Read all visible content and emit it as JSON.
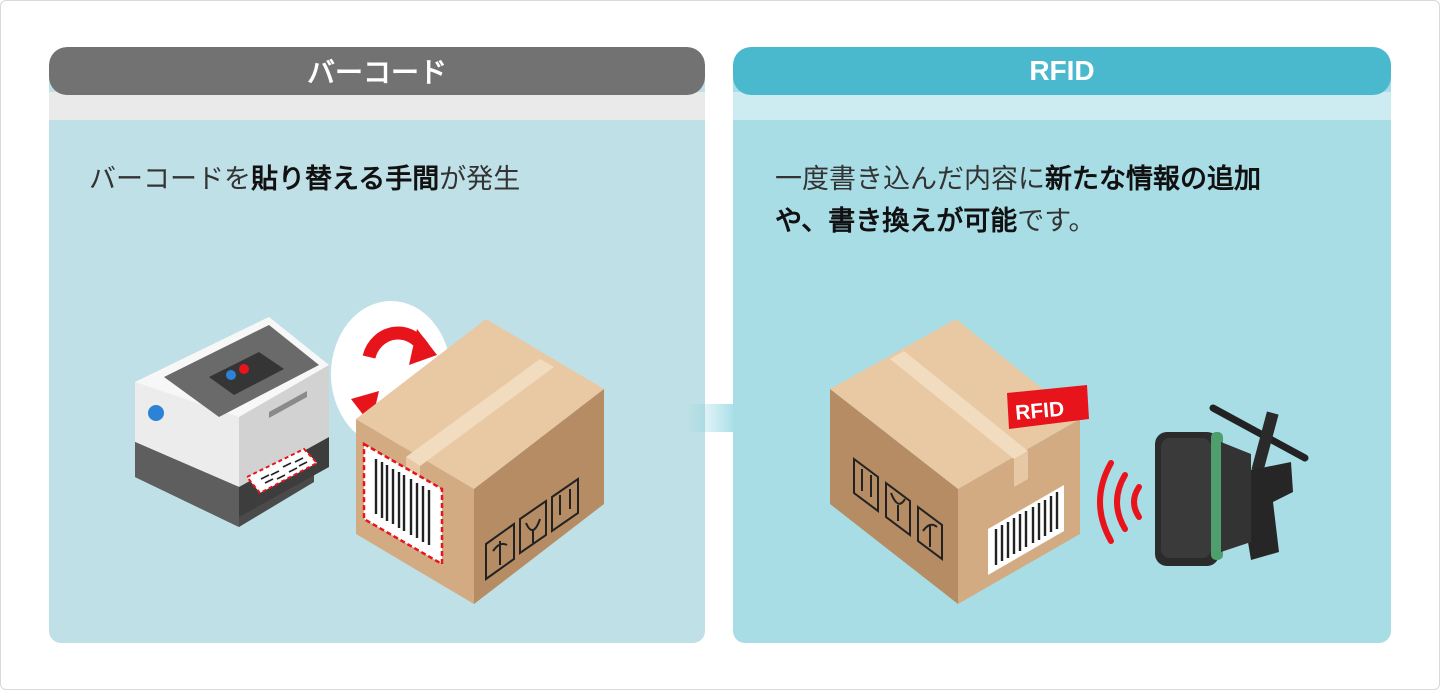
{
  "barcode": {
    "title": "バーコード",
    "desc_pre": "バーコードを",
    "desc_bold": "貼り替える手間",
    "desc_post": "が発生"
  },
  "rfid": {
    "title": "RFID",
    "desc_pre": "一度書き込んだ内容に",
    "desc_bold1": "新たな情報の追加",
    "desc_bold2": "や、書き換えが可能",
    "desc_post": "です。",
    "tag_label": "RFID"
  },
  "colors": {
    "barcode_header": "#727272",
    "rfid_header": "#4bb9cd",
    "barcode_bg": "#bfe0e6",
    "rfid_bg": "#a9dde6",
    "accent_red": "#e8141c",
    "box": "#d3ab83"
  },
  "icons": [
    "printer-icon",
    "refresh-icon",
    "cardboard-box-icon",
    "flow-arrow-icon",
    "rfid-tag-icon",
    "radio-waves-icon",
    "rfid-reader-icon"
  ]
}
